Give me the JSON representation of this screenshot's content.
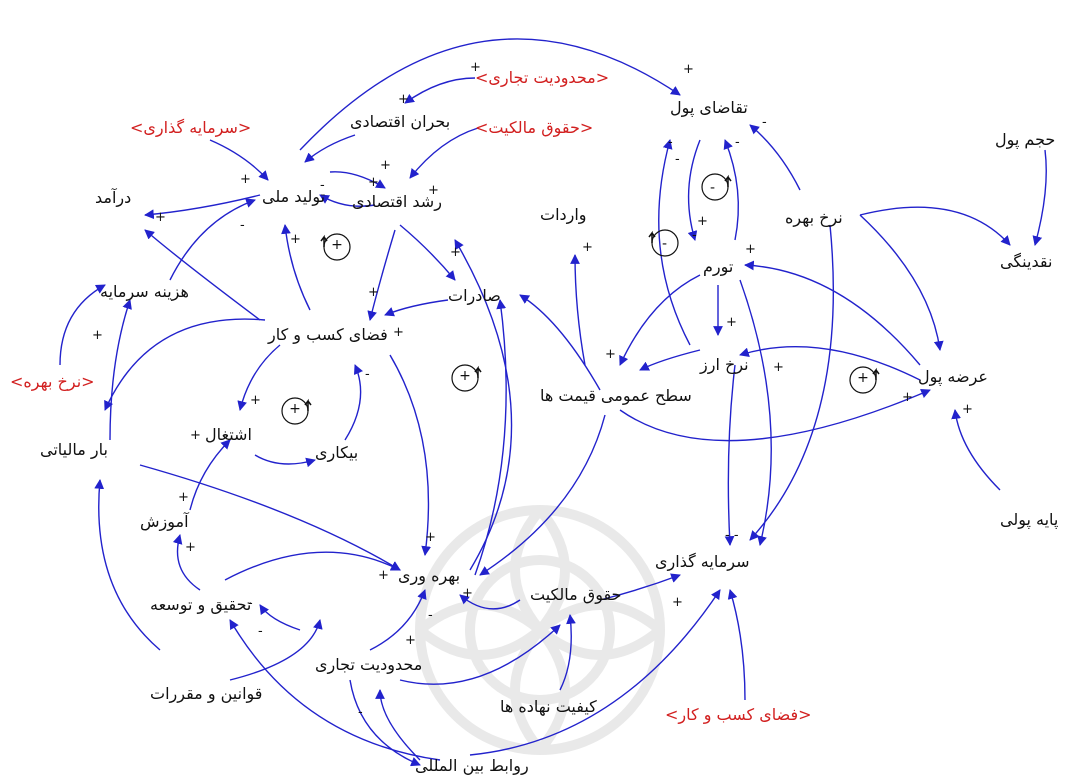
{
  "nodes": {
    "money_demand": "تقاضای پول",
    "money_volume": "حجم پول",
    "interest_rate": "نرخ بهره",
    "liquidity": "نقدینگی",
    "inflation": "تورم",
    "imports": "واردات",
    "exchange_rate": "نرخ ارز",
    "money_supply": "عرضه پول",
    "price_level": "سطح عمومی قیمت ها",
    "monetary_base": "پایه پولی",
    "investment": "سرمایه گذاری",
    "property_rights": "حقوق مالکیت",
    "institution_quality": "کیفیت نهاده ها",
    "international_relations": "روابط بین المللی",
    "trade_restriction": "محدودیت تجاری",
    "laws_regulations": "قوانین و مقررات",
    "research_development": "تحقیق و توسعه",
    "productivity": "بهره وری",
    "education": "آموزش",
    "employment": "اشتغال",
    "unemployment": "بیکاری",
    "tax_burden": "بار مالیاتی",
    "capital_cost": "هزینه سرمایه",
    "income": "درآمد",
    "national_output": "تولید ملی",
    "economic_growth": "رشد اقتصادی",
    "economic_crisis": "بحران اقتصادی",
    "exports": "صادرات",
    "business_env": "فضای کسب و کار"
  },
  "shadow_nodes": {
    "trade_restriction": "<محدودیت تجاری>",
    "property_rights": "<حقوق مالکیت>",
    "investment": "<سرمایه گذاری>",
    "interest_rate": "<نرخ بهره>",
    "business_env": "<فضای کسب و کار>"
  },
  "loop_polarity": "+",
  "colors": {
    "arrow": "#2222cc",
    "shadow_text": "#d22020",
    "text": "#111111"
  }
}
